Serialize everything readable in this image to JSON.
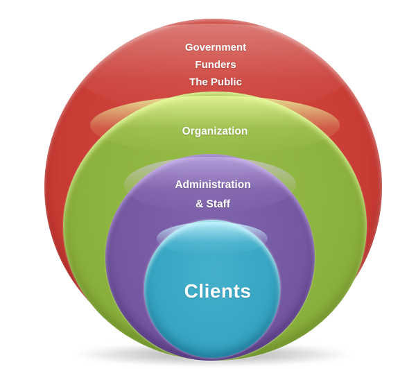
{
  "diagram": {
    "type": "nested-circles",
    "description": "Four glossy concentric circles tangent at the bottom, from outermost stakeholders to innermost clients",
    "background_color": "#ffffff",
    "text_color": "#ffffff",
    "rings": [
      {
        "id": "outer",
        "label_lines": [
          "Government",
          "Funders",
          "The Public"
        ],
        "color": "#ca3e37"
      },
      {
        "id": "organization",
        "label_lines": [
          "Organization"
        ],
        "color": "#8db33f"
      },
      {
        "id": "admin-staff",
        "label_lines": [
          "Administration",
          "& Staff"
        ],
        "color": "#7659a3"
      },
      {
        "id": "clients",
        "label_lines": [
          "Clients"
        ],
        "color": "#38a7c4"
      }
    ]
  }
}
